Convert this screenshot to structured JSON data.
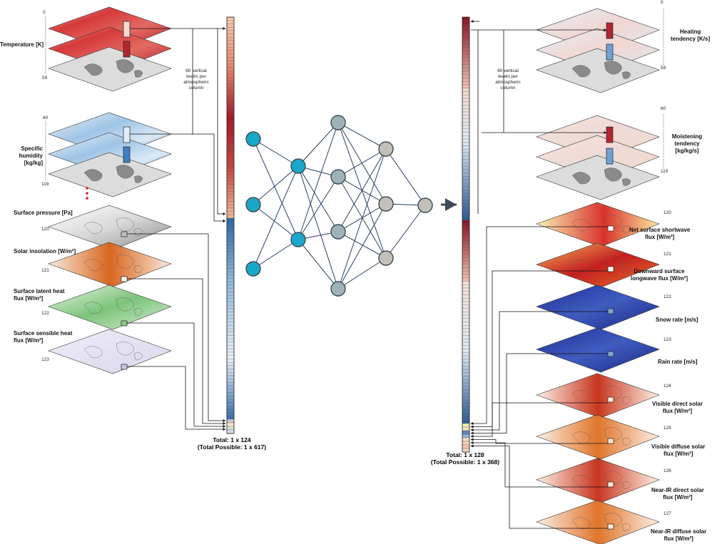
{
  "inputs": {
    "temperature": {
      "label": "Temperature [K]",
      "idx_start": "0",
      "idx_end": "59"
    },
    "humidity": {
      "label": "Specific\nhumidity [kg/kg]",
      "idx_start": "60",
      "idx_end": "119"
    },
    "pressure": {
      "label": "Surface pressure [Pa]",
      "idx": "120"
    },
    "insolation": {
      "label": "Solar insolation [W/m²]",
      "idx": "121"
    },
    "latent": {
      "label": "Surface latent heat\nflux [W/m²]",
      "idx": "122"
    },
    "sensible": {
      "label": "Surface sensible heat\nflux [W/m²]",
      "idx": "123"
    },
    "note": "60 vertical\nlevels per\natmospheric\ncolumn",
    "total_line1": "Total: 1 x 124",
    "total_line2": "(Total Possible: 1 x 617)"
  },
  "outputs": {
    "heating": {
      "label": "Heating\ntendency [K/s]",
      "idx_start": "0",
      "idx_end": "59"
    },
    "moistening": {
      "label": "Moistening\ntendency [kg/kg/s]",
      "idx_start": "60",
      "idx_end": "119"
    },
    "net_sw": {
      "label": "Net surface shortwave\nflux [W/m²]",
      "idx": "120"
    },
    "down_lw": {
      "label": "Downward surface\nlongwave flux [W/m²]",
      "idx": "121"
    },
    "snow": {
      "label": "Snow rate [m/s]",
      "idx": "122"
    },
    "rain": {
      "label": "Rain rate [m/s]",
      "idx": "123"
    },
    "vis_direct": {
      "label": "Visible direct solar\nflux [W/m²]",
      "idx": "124"
    },
    "vis_diffuse": {
      "label": "Visible diffuse solar\nflux [W/m²]",
      "idx": "125"
    },
    "nir_direct": {
      "label": "Near-IR direct solar\nflux [W/m²]",
      "idx": "126"
    },
    "nir_diffuse": {
      "label": "Near-IR diffuse solar\nflux [W/m²]",
      "idx": "127"
    },
    "note": "60 vertical\nlevels per\natmospheric\ncolumn",
    "total_line1": "Total: 1 x 128",
    "total_line2": "(Total Possible: 1 x 368)"
  },
  "colors": {
    "node_input": "#1aa7c9",
    "node_hidden": "#9fb3b7",
    "node_output": "#c2c0b8",
    "edge": "#2b3f63",
    "arrow": "#3d4a57"
  }
}
